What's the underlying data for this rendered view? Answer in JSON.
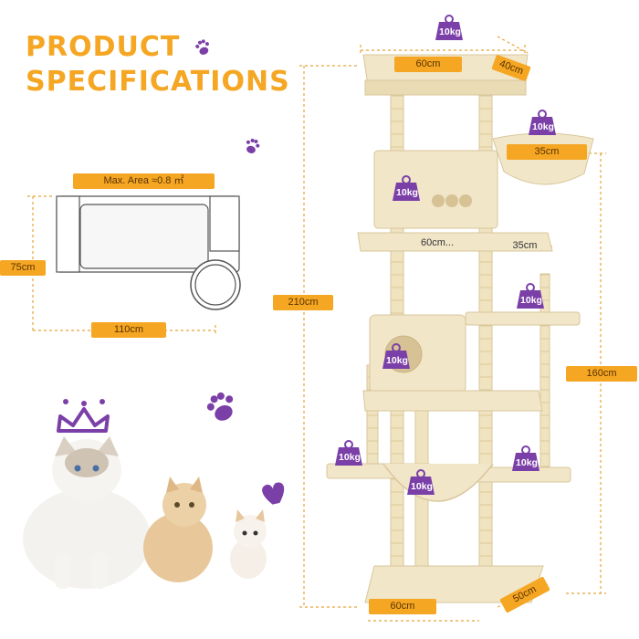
{
  "header": {
    "title_line1": "PRODUCT",
    "title_line2": "SPECIFICATIONS"
  },
  "footprint": {
    "max_area_label": "Max. Area ≈0.8 ㎡",
    "height_label": "75cm",
    "width_label": "110cm"
  },
  "tower": {
    "total_height_label": "210cm",
    "inner_height_label": "160cm",
    "top_width_label": "60cm",
    "top_depth_label": "40cm",
    "hammock_top_label": "35cm",
    "mid_width_label": "60cm...",
    "mid_side_label": "35cm",
    "base_width_label": "60cm",
    "base_depth_label": "50cm"
  },
  "weights": {
    "top": "10kg",
    "top_hammock": "10kg",
    "condo": "10kg",
    "right_platform": "10kg",
    "cave": "10kg",
    "left_platform": "10kg",
    "right_lower_platform": "10kg",
    "hammock": "10kg"
  },
  "colors": {
    "accent_orange": "#F5A623",
    "purple": "#7B3FA8",
    "beige": "#F1E6C8",
    "dimension_line": "#E8A33A"
  },
  "icons": [
    "paw-icon",
    "crown-icon",
    "heart-icon",
    "weight-icon"
  ]
}
